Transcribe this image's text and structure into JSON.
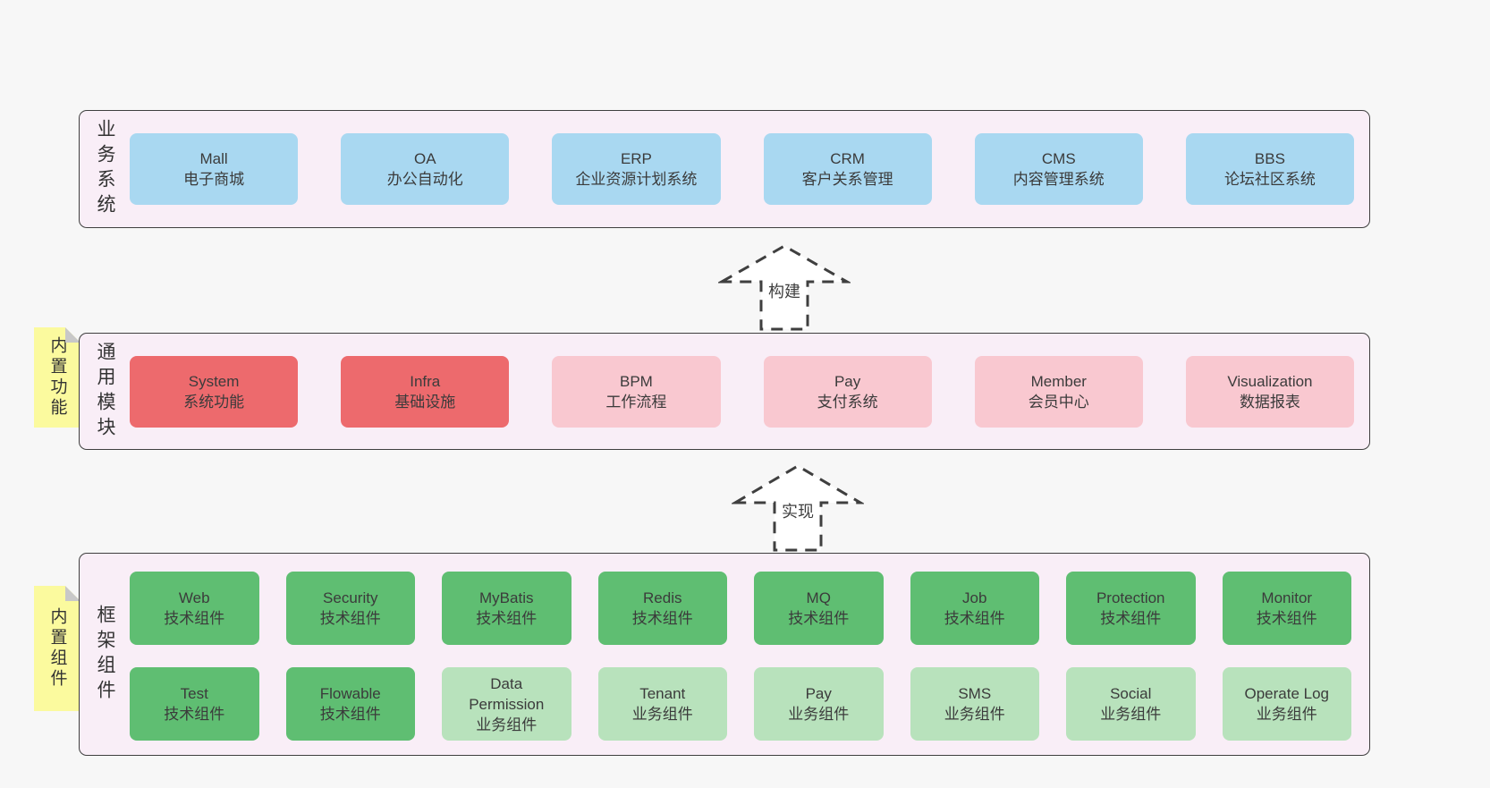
{
  "colors": {
    "page_bg": "#f7f7f7",
    "panel_bg": "#f9eef7",
    "panel_border": "#3f3f3f",
    "blue_box": "#a9d8f1",
    "red_box": "#ed6a6d",
    "pink_box": "#f9c8d0",
    "green_box": "#5fbe72",
    "light_green_box": "#b8e2bc",
    "sticky_bg": "#fbfa9e",
    "sticky_fold": "#c8c8c8",
    "text": "#3b3b3b"
  },
  "layers": {
    "business": {
      "label": "业务系统",
      "boxes": [
        {
          "en": "Mall",
          "zh": "电子商城"
        },
        {
          "en": "OA",
          "zh": "办公自动化"
        },
        {
          "en": "ERP",
          "zh": "企业资源计划系统"
        },
        {
          "en": "CRM",
          "zh": "客户关系管理"
        },
        {
          "en": "CMS",
          "zh": "内容管理系统"
        },
        {
          "en": "BBS",
          "zh": "论坛社区系统"
        }
      ]
    },
    "modules": {
      "label": "通用模块",
      "sticky": "内置功能",
      "boxes": [
        {
          "en": "System",
          "zh": "系统功能"
        },
        {
          "en": "Infra",
          "zh": "基础设施"
        },
        {
          "en": "BPM",
          "zh": "工作流程"
        },
        {
          "en": "Pay",
          "zh": "支付系统"
        },
        {
          "en": "Member",
          "zh": "会员中心"
        },
        {
          "en": "Visualization",
          "zh": "数据报表"
        }
      ]
    },
    "components": {
      "label": "框架组件",
      "sticky": "内置组件",
      "row1": [
        {
          "en": "Web",
          "zh": "技术组件"
        },
        {
          "en": "Security",
          "zh": "技术组件"
        },
        {
          "en": "MyBatis",
          "zh": "技术组件"
        },
        {
          "en": "Redis",
          "zh": "技术组件"
        },
        {
          "en": "MQ",
          "zh": "技术组件"
        },
        {
          "en": "Job",
          "zh": "技术组件"
        },
        {
          "en": "Protection",
          "zh": "技术组件"
        },
        {
          "en": "Monitor",
          "zh": "技术组件"
        }
      ],
      "row2": [
        {
          "en": "Test",
          "zh": "技术组件"
        },
        {
          "en": "Flowable",
          "zh": "技术组件"
        },
        {
          "en": "Data Permission",
          "zh": "业务组件"
        },
        {
          "en": "Tenant",
          "zh": "业务组件"
        },
        {
          "en": "Pay",
          "zh": "业务组件"
        },
        {
          "en": "SMS",
          "zh": "业务组件"
        },
        {
          "en": "Social",
          "zh": "业务组件"
        },
        {
          "en": "Operate Log",
          "zh": "业务组件"
        }
      ]
    }
  },
  "arrows": {
    "build": {
      "label": "构建"
    },
    "implement": {
      "label": "实现"
    }
  }
}
